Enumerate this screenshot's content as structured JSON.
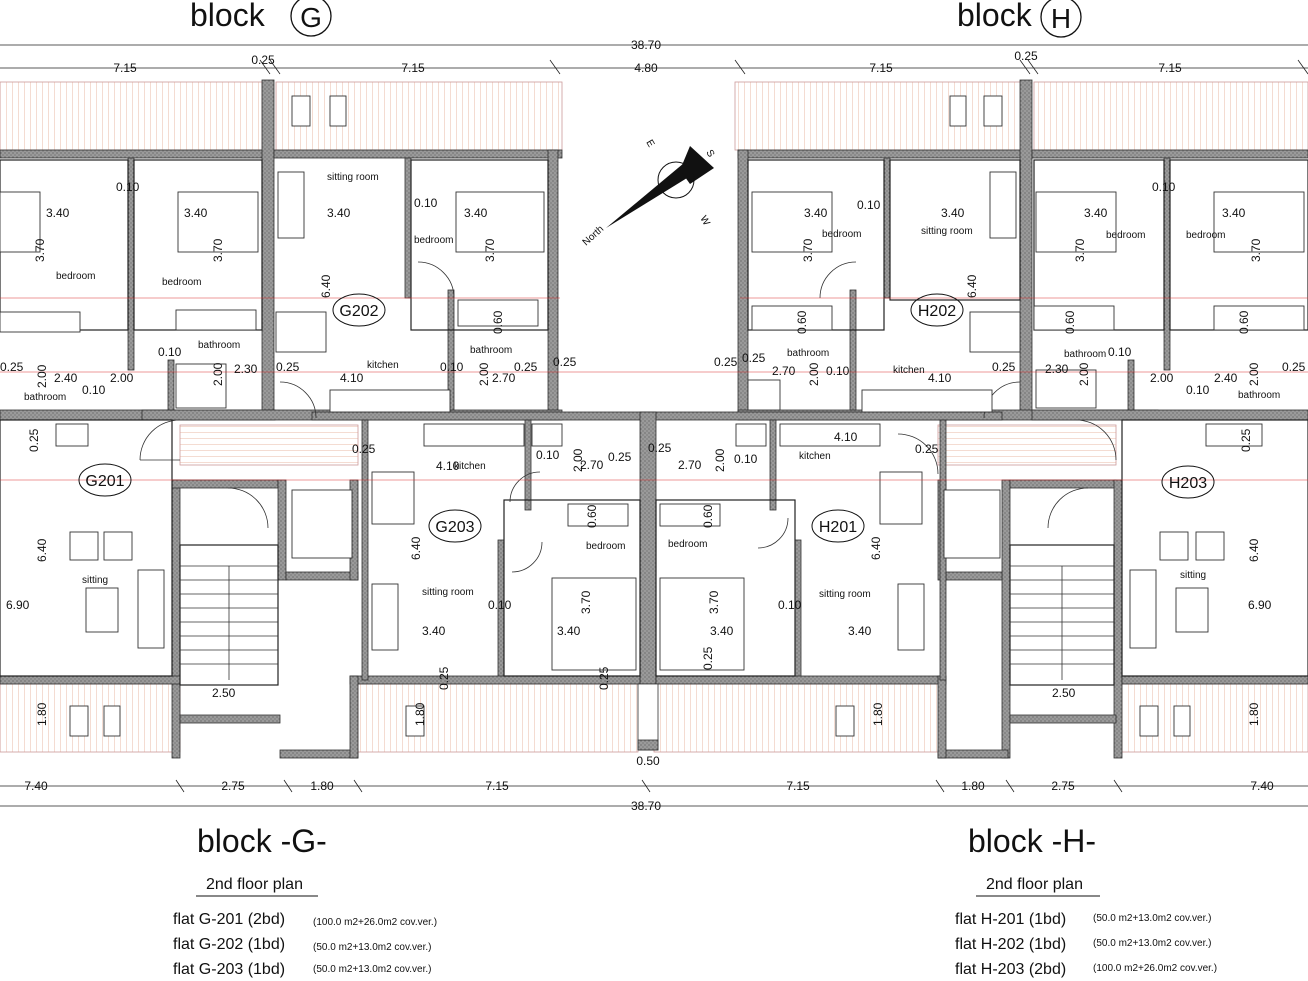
{
  "header": {
    "block_left": {
      "word": "block",
      "letter": "G"
    },
    "block_right": {
      "word": "block",
      "letter": "H"
    }
  },
  "top_dims": {
    "total": "38.70",
    "left": [
      "7.15",
      "0.25",
      "7.15"
    ],
    "middle": "4.80",
    "right": [
      "7.15",
      "0.25",
      "7.15"
    ]
  },
  "bottom_dims": {
    "segments": [
      "7.40",
      "2.75",
      "1.80",
      "7.15",
      "7.15",
      "1.80",
      "2.75",
      "7.40"
    ],
    "total": "38.70",
    "gap": "0.50"
  },
  "compass": {
    "north": "North",
    "e": "E",
    "s": "S",
    "w": "W"
  },
  "flat_ids": [
    "G201",
    "G202",
    "G203",
    "H201",
    "H202",
    "H203"
  ],
  "room_labels": {
    "bedroom": "bedroom",
    "bathroom": "bathroom",
    "sitting_room": "sitting room",
    "sitting": "sitting",
    "kitchen": "kitchen"
  },
  "room_dims": {
    "d340": "3.40",
    "d370": "3.70",
    "d640": "6.40",
    "d690": "6.90",
    "d010": "0.10",
    "d025": "0.25",
    "d200": "2.00",
    "d240": "2.40",
    "d230": "2.30",
    "d270": "2.70",
    "d410": "4.10",
    "d060": "0.60",
    "d250": "2.50",
    "d180": "1.80"
  },
  "footer": {
    "left": {
      "title": "block  -G-",
      "subtitle": "2nd floor plan",
      "flats": [
        {
          "name": "flat G-201 (2bd)",
          "area": "(100.0 m2+26.0m2 cov.ver.)"
        },
        {
          "name": "flat G-202 (1bd)",
          "area": "(50.0 m2+13.0m2 cov.ver.)"
        },
        {
          "name": "flat G-203 (1bd)",
          "area": "(50.0 m2+13.0m2 cov.ver.)"
        }
      ]
    },
    "right": {
      "title": "block  -H-",
      "subtitle": "2nd floor plan",
      "flats": [
        {
          "name": "flat H-201 (1bd)",
          "area": "(50.0 m2+13.0m2 cov.ver.)"
        },
        {
          "name": "flat H-202 (1bd)",
          "area": "(50.0 m2+13.0m2 cov.ver.)"
        },
        {
          "name": "flat H-203 (2bd)",
          "area": "(100.0 m2+26.0m2 cov.ver.)"
        }
      ]
    }
  }
}
